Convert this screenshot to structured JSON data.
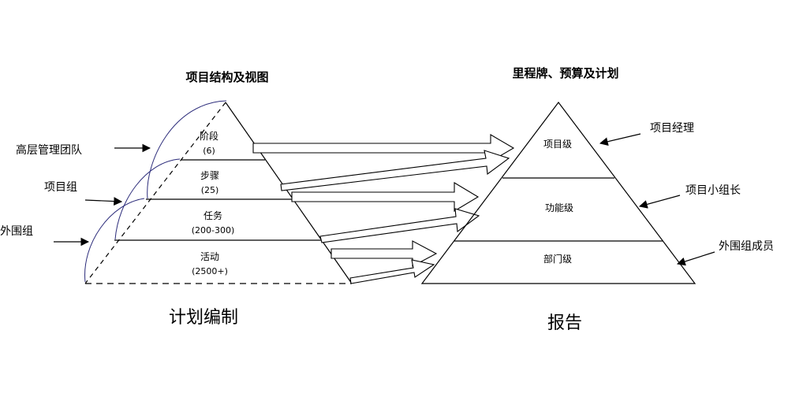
{
  "left": {
    "title": "项目结构及视图",
    "caption": "计划编制",
    "levels": [
      {
        "name": "阶段",
        "count": "(6)"
      },
      {
        "name": "步骤",
        "count": "(25)"
      },
      {
        "name": "任务",
        "count": "(200-300)"
      },
      {
        "name": "活动",
        "count": "(2500+)"
      }
    ],
    "side_labels": [
      "高层管理团队",
      "项目组",
      "外围组"
    ]
  },
  "right": {
    "title": "里程牌、预算及计划",
    "caption": "报告",
    "levels": [
      "项目级",
      "功能级",
      "部门级"
    ],
    "side_labels": [
      "项目经理",
      "项目小组长",
      "外围组成员"
    ]
  }
}
